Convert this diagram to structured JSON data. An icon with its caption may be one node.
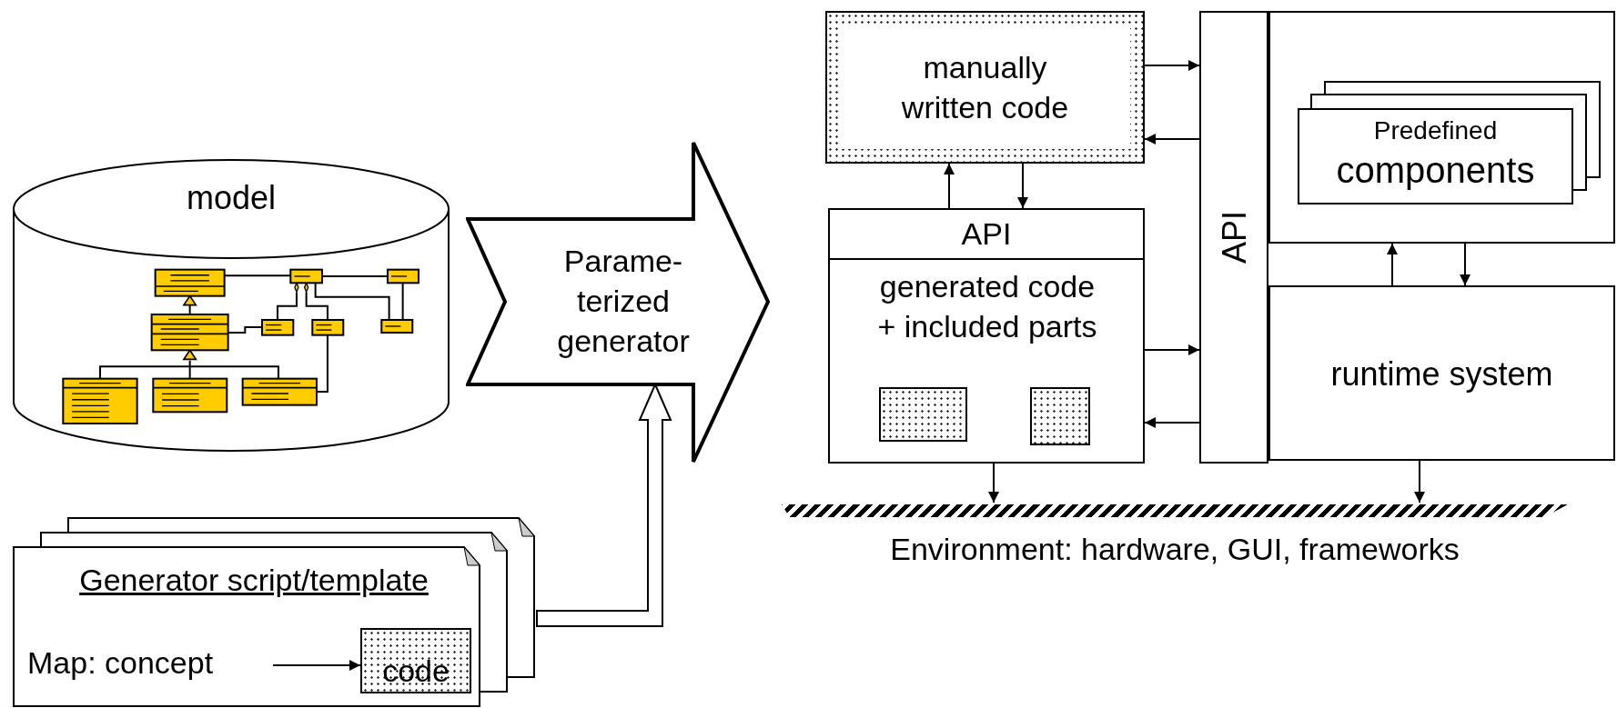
{
  "diagram": {
    "nodes": [
      {
        "text": [
          "model"
        ]
      },
      {
        "text": [
          "Parame- terized generator"
        ]
      },
      {
        "text": [
          "Generator script/template"
        ]
      },
      {
        "text": [
          "Map: concept"
        ],
        "in": 2
      },
      {
        "text": [
          "code"
        ],
        "in": 2
      },
      {
        "text": [
          "manually written code"
        ]
      },
      {
        "text": [
          "API",
          "generated code + included parts"
        ]
      },
      {
        "text": [],
        "shape": "box",
        "in": 6
      },
      {
        "text": [],
        "shape": "box",
        "in": 6
      },
      {
        "text": [
          "API"
        ]
      },
      {
        "text": [],
        "shape": "box"
      },
      {
        "text": [
          "Predefined",
          "components"
        ],
        "in": 10
      },
      {
        "text": [
          "runtime system"
        ]
      },
      {
        "text": [
          "Environment: hardware, GUI, frameworks"
        ]
      }
    ],
    "edges": [
      {
        "from": 2,
        "to": 1,
        "arrow": "to",
        "style": "thick"
      },
      {
        "from": 3,
        "to": 4,
        "arrow": "to"
      },
      {
        "from": 5,
        "to": 9,
        "arrow": "to"
      },
      {
        "from": 9,
        "to": 5,
        "arrow": "to"
      },
      {
        "from": 6,
        "to": 5,
        "arrow": "to"
      },
      {
        "from": 5,
        "to": 6,
        "arrow": "to"
      },
      {
        "from": 6,
        "to": 9,
        "arrow": "to"
      },
      {
        "from": 9,
        "to": 6,
        "arrow": "to"
      },
      {
        "from": 12,
        "to": 10,
        "arrow": "to"
      },
      {
        "from": 10,
        "to": 12,
        "arrow": "to"
      },
      {
        "from": 6,
        "to": 13,
        "arrow": "to"
      },
      {
        "from": 12,
        "to": 13,
        "arrow": "to"
      }
    ]
  }
}
